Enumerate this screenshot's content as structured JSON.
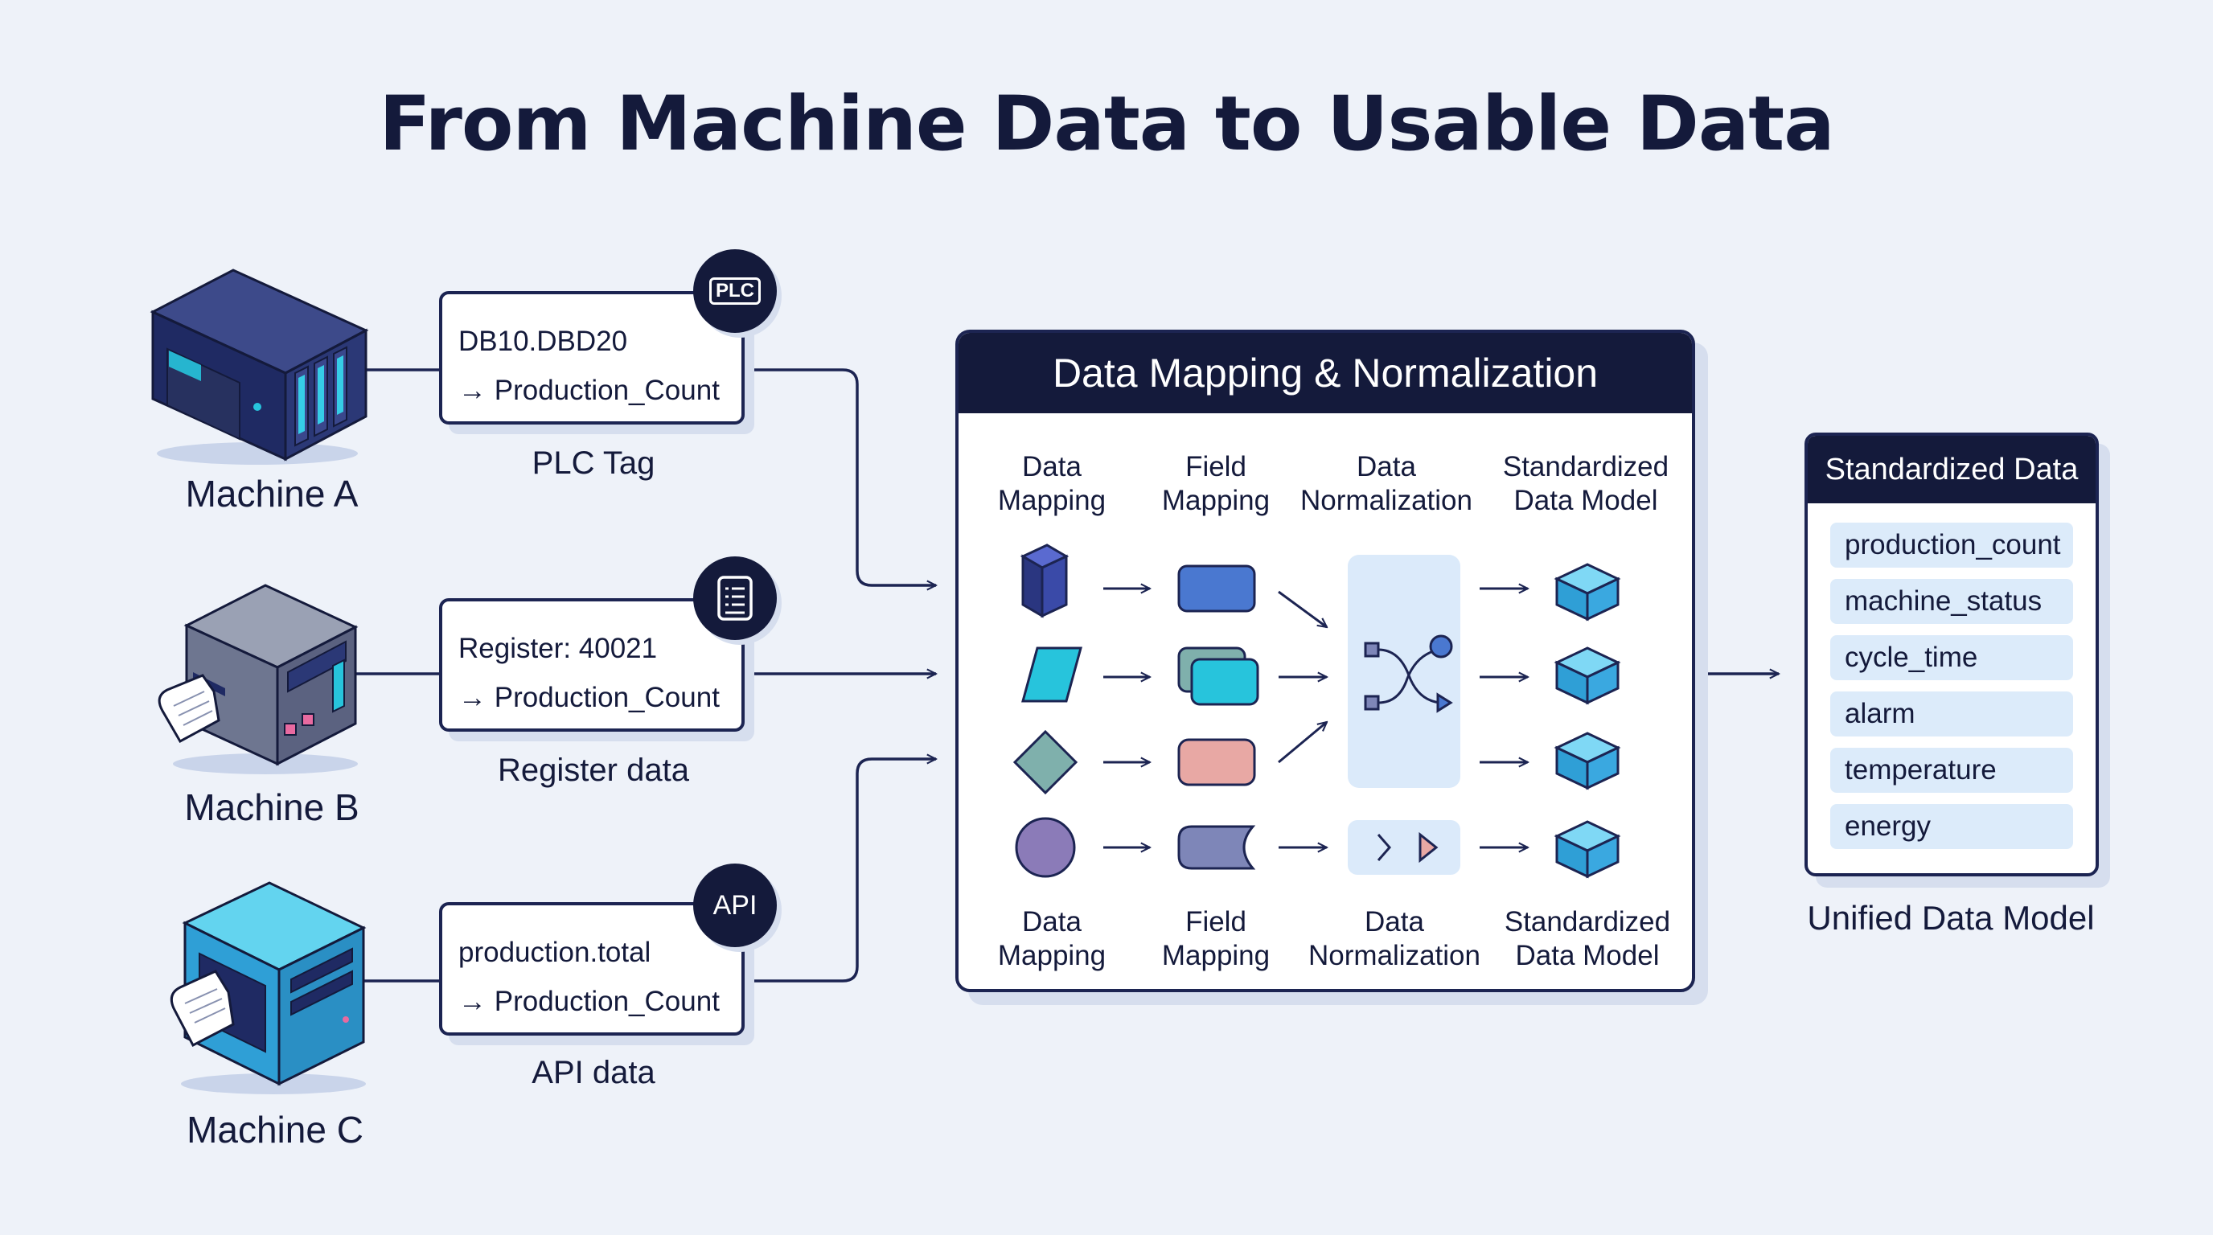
{
  "title": "From Machine Data to Usable Data",
  "machines": [
    {
      "label": "Machine A"
    },
    {
      "label": "Machine B"
    },
    {
      "label": "Machine C"
    }
  ],
  "sources": [
    {
      "badge": "PLC",
      "line1": "DB10.DBD20",
      "line2": "→ Production_Count",
      "caption": "PLC Tag",
      "badge_icon": "plc-icon"
    },
    {
      "badge": "",
      "line1": "Register: 40021",
      "line2": "→ Production_Count",
      "caption": "Register data",
      "badge_icon": "document-icon"
    },
    {
      "badge": "API",
      "line1": "production.total",
      "line2": "→ Production_Count",
      "caption": "API data",
      "badge_icon": "api-icon"
    }
  ],
  "mapping": {
    "title": "Data Mapping & Normalization",
    "top_headers": [
      {
        "line1": "Data",
        "line2": "Mapping"
      },
      {
        "line1": "Field",
        "line2": "Mapping"
      },
      {
        "line1": "Data",
        "line2": "Normalization"
      },
      {
        "line1": "Standardized",
        "line2": "Data Model"
      }
    ],
    "bottom_headers": [
      {
        "line1": "Data",
        "line2": "Mapping"
      },
      {
        "line1": "Field",
        "line2": "Mapping"
      },
      {
        "line1": "Data",
        "line2": "Normalization"
      },
      {
        "line1": "Standardized",
        "line2": "Data Model"
      }
    ],
    "colors": {
      "cube_navy": "#3a4aa8",
      "cyan": "#27c4dc",
      "teal_diamond": "#7fb0ac",
      "purple": "#8b7bb8",
      "blue_pill": "#4a78d0",
      "pink_pill": "#e8a8a4",
      "slate_pill": "#7e86b8",
      "normalize_panel": "#dbeafa",
      "output_cube": "#3aa8e0"
    }
  },
  "standardized": {
    "title": "Standardized Data",
    "fields": [
      "production_count",
      "machine_status",
      "cycle_time",
      "alarm",
      "temperature",
      "energy"
    ],
    "caption": "Unified Data Model"
  }
}
